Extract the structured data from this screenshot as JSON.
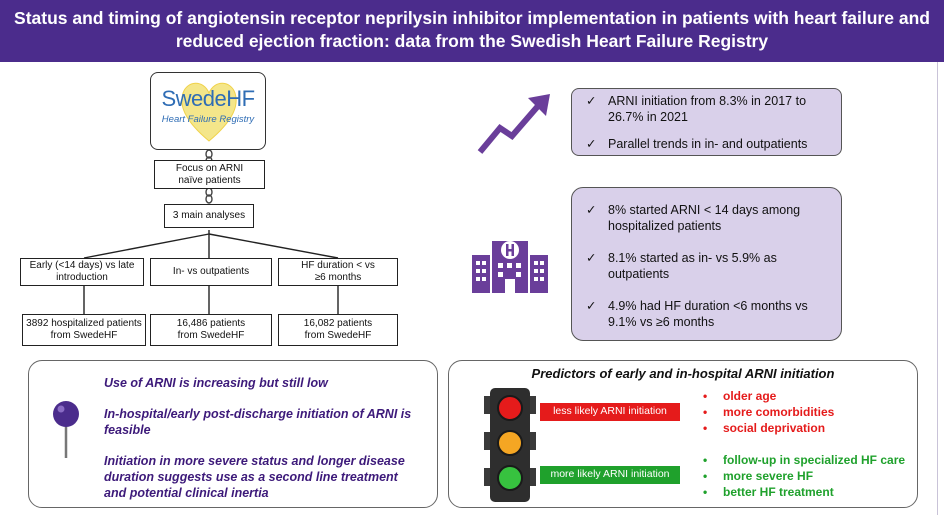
{
  "title": {
    "line1": "Status and timing of angiotensin receptor neprilysin inhibitor implementation in patients with heart failure and",
    "line2": "reduced ejection fraction: data from the Swedish Heart Failure Registry"
  },
  "logo": {
    "name": "SwedeHF",
    "subtitle": "Heart Failure Registry"
  },
  "flow": {
    "focus": "Focus on ARNI naïve patients",
    "analyses": "3 main analyses",
    "branches": [
      {
        "label": "Early (<14 days) vs late introduction",
        "population": "3892 hospitalized patients from SwedeHF"
      },
      {
        "label": "In- vs outpatients",
        "population": "16,486 patients from SwedeHF"
      },
      {
        "label": "HF duration < vs ≥6 months",
        "population": "16,082 patients from SwedeHF"
      }
    ]
  },
  "trend_panel": {
    "points": [
      "ARNI initiation from 8.3% in 2017 to 26.7% in 2021",
      "Parallel trends in in- and outpatients"
    ]
  },
  "hospital_panel": {
    "points": [
      "8% started ARNI < 14 days among hospitalized patients",
      "8.1% started as in- vs 5.9% as outpatients",
      "4.9% had HF duration <6 months vs 9.1% vs ≥6 months"
    ]
  },
  "conclusions": [
    "Use of ARNI is increasing but still low",
    "In-hospital/early post-discharge initiation of ARNI is feasible",
    "Initiation in more severe status and longer disease duration suggests use as a second line treatment and potential clinical inertia"
  ],
  "predictors": {
    "title": "Predictors of early and in-hospital ARNI initiation",
    "less_label": "less likely ARNI initiation",
    "less_items": [
      "older age",
      "more comorbidities",
      "social deprivation"
    ],
    "more_label": "more likely ARNI initiation",
    "more_items": [
      "follow-up in specialized HF care",
      "more severe HF",
      "better HF treatment"
    ]
  },
  "colors": {
    "header": "#4b2c8c",
    "panel": "#d9d0ea",
    "less": "#e51b1b",
    "more": "#1fa12c",
    "conclusion_text": "#3d1a7a"
  }
}
